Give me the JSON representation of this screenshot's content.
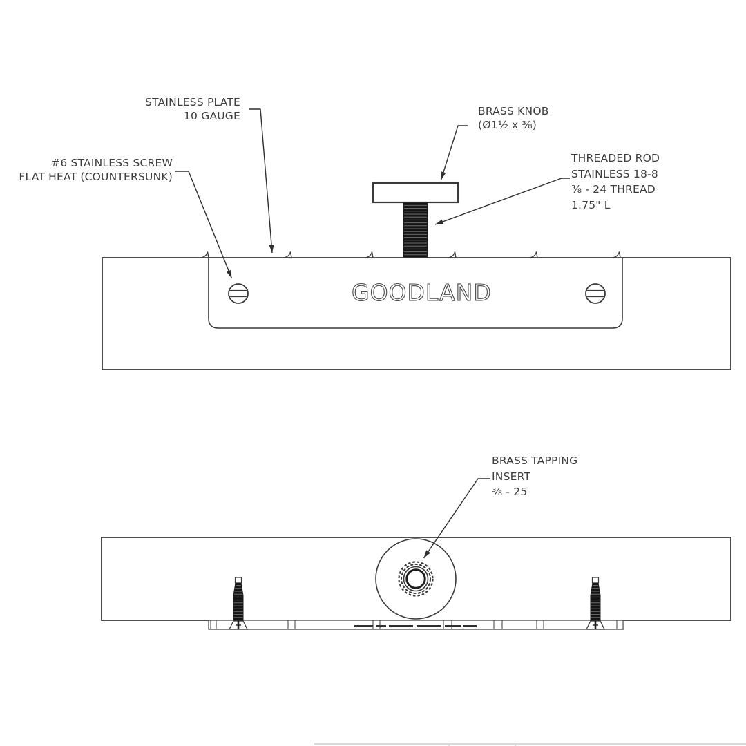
{
  "colors": {
    "line": "#3a3a3a",
    "text": "#3d3d3d",
    "thread_dark": "#141414",
    "table_line": "#d9d9d9"
  },
  "top_view": {
    "engraving": "GOODLAND"
  },
  "labels": {
    "plate": {
      "line1": "STAINLESS PLATE",
      "line2": "10 GAUGE"
    },
    "screw": {
      "line1": "#6 STAINLESS SCREW",
      "line2": "FLAT HEAT (COUNTERSUNK)"
    },
    "knob": {
      "line1": "BRASS KNOB",
      "line2": "(Ø1½ x ⅜)"
    },
    "rod": {
      "line1": "THREADED ROD",
      "line2": "STAINLESS 18-8",
      "line3": "⅜ - 24 THREAD",
      "line4": "1.75\" L"
    },
    "insert": {
      "line1": "BRASS TAPPING",
      "line2": "INSERT",
      "line3": "⅜ - 25"
    }
  }
}
